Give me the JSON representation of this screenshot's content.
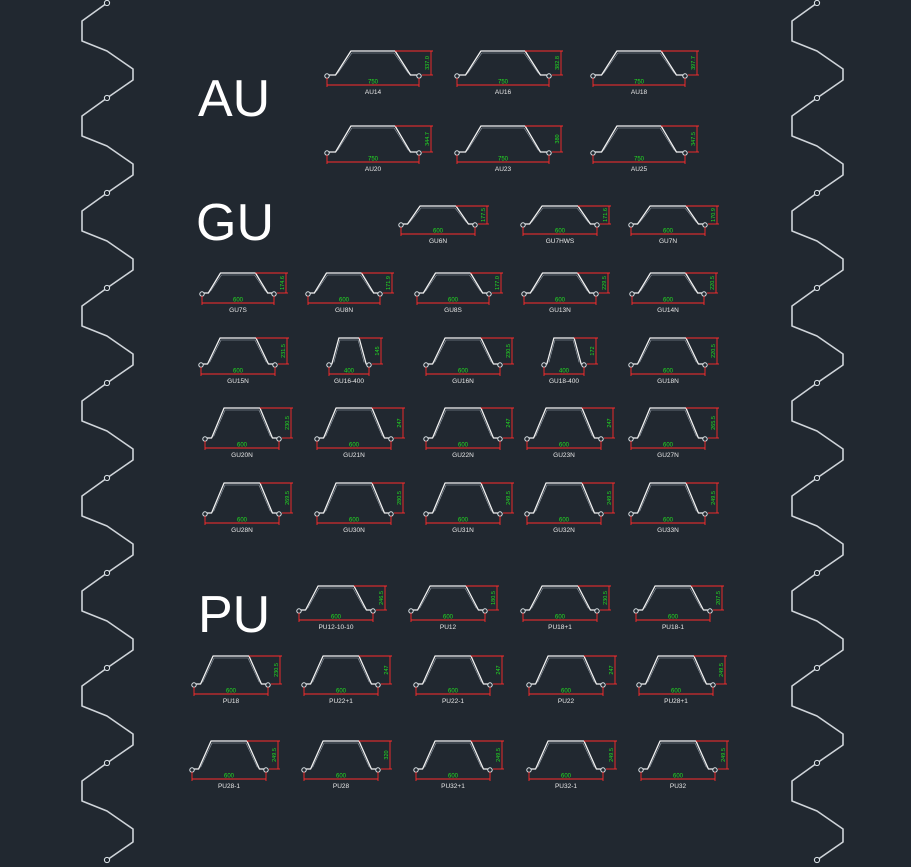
{
  "series": [
    {
      "title": "AU",
      "rows": [
        [
          {
            "name": "AU14",
            "width": "750",
            "height": "337.0"
          },
          {
            "name": "AU16",
            "width": "750",
            "height": "382.8"
          },
          {
            "name": "AU18",
            "width": "750",
            "height": "397.7"
          }
        ],
        [
          {
            "name": "AU20",
            "width": "750",
            "height": "344.7"
          },
          {
            "name": "AU23",
            "width": "750",
            "height": "380"
          },
          {
            "name": "AU25",
            "width": "750",
            "height": "347.5"
          }
        ]
      ]
    },
    {
      "title": "GU",
      "rows": [
        [
          {
            "name": "GU6N",
            "width": "600",
            "height": "177.5"
          },
          {
            "name": "GU7HWS",
            "width": "600",
            "height": "171.6"
          },
          {
            "name": "GU7N",
            "width": "600",
            "height": "170.9"
          }
        ],
        [
          {
            "name": "GU7S",
            "width": "600",
            "height": "174.6"
          },
          {
            "name": "GU8N",
            "width": "600",
            "height": "171.9"
          },
          {
            "name": "GU8S",
            "width": "600",
            "height": "177.0"
          },
          {
            "name": "GU13N",
            "width": "600",
            "height": "229.5"
          },
          {
            "name": "GU14N",
            "width": "600",
            "height": "220.5"
          }
        ],
        [
          {
            "name": "GU15N",
            "width": "600",
            "height": "231.5"
          },
          {
            "name": "GU16-400",
            "width": "400",
            "height": "145"
          },
          {
            "name": "GU16N",
            "width": "600",
            "height": "230.5"
          },
          {
            "name": "GU18-400",
            "width": "400",
            "height": "172"
          },
          {
            "name": "GU18N",
            "width": "600",
            "height": "220.5"
          }
        ],
        [
          {
            "name": "GU20N",
            "width": "600",
            "height": "230.5"
          },
          {
            "name": "GU21N",
            "width": "600",
            "height": "247"
          },
          {
            "name": "GU22N",
            "width": "600",
            "height": "247"
          },
          {
            "name": "GU23N",
            "width": "600",
            "height": "247"
          },
          {
            "name": "GU27N",
            "width": "600",
            "height": "265.5"
          }
        ],
        [
          {
            "name": "GU28N",
            "width": "600",
            "height": "269.5"
          },
          {
            "name": "GU30N",
            "width": "600",
            "height": "280.5"
          },
          {
            "name": "GU31N",
            "width": "600",
            "height": "249.5"
          },
          {
            "name": "GU32N",
            "width": "600",
            "height": "249.5"
          },
          {
            "name": "GU33N",
            "width": "600",
            "height": "249.5"
          }
        ]
      ]
    },
    {
      "title": "PU",
      "rows": [
        [
          {
            "name": "PU12-10-10",
            "width": "600",
            "height": "246.5"
          },
          {
            "name": "PU12",
            "width": "600",
            "height": "180.5"
          },
          {
            "name": "PU18+1",
            "width": "600",
            "height": "230.5"
          },
          {
            "name": "PU18-1",
            "width": "600",
            "height": "207.5"
          }
        ],
        [
          {
            "name": "PU18",
            "width": "600",
            "height": "230.5"
          },
          {
            "name": "PU22+1",
            "width": "600",
            "height": "247"
          },
          {
            "name": "PU22-1",
            "width": "600",
            "height": "247"
          },
          {
            "name": "PU22",
            "width": "600",
            "height": "247"
          },
          {
            "name": "PU28+1",
            "width": "600",
            "height": "249.5"
          }
        ],
        [
          {
            "name": "PU28-1",
            "width": "600",
            "height": "249.5"
          },
          {
            "name": "PU28",
            "width": "600",
            "height": "320"
          },
          {
            "name": "PU32+1",
            "width": "600",
            "height": "249.5"
          },
          {
            "name": "PU32-1",
            "width": "600",
            "height": "249.5"
          },
          {
            "name": "PU32",
            "width": "600",
            "height": "249.5"
          }
        ]
      ]
    }
  ],
  "colors": {
    "background": "#212830",
    "profile": "#f2f2f2",
    "dimension_line": "#ff2b2b",
    "dimension_text": "#22dd22",
    "label": "#e8e8e8"
  }
}
